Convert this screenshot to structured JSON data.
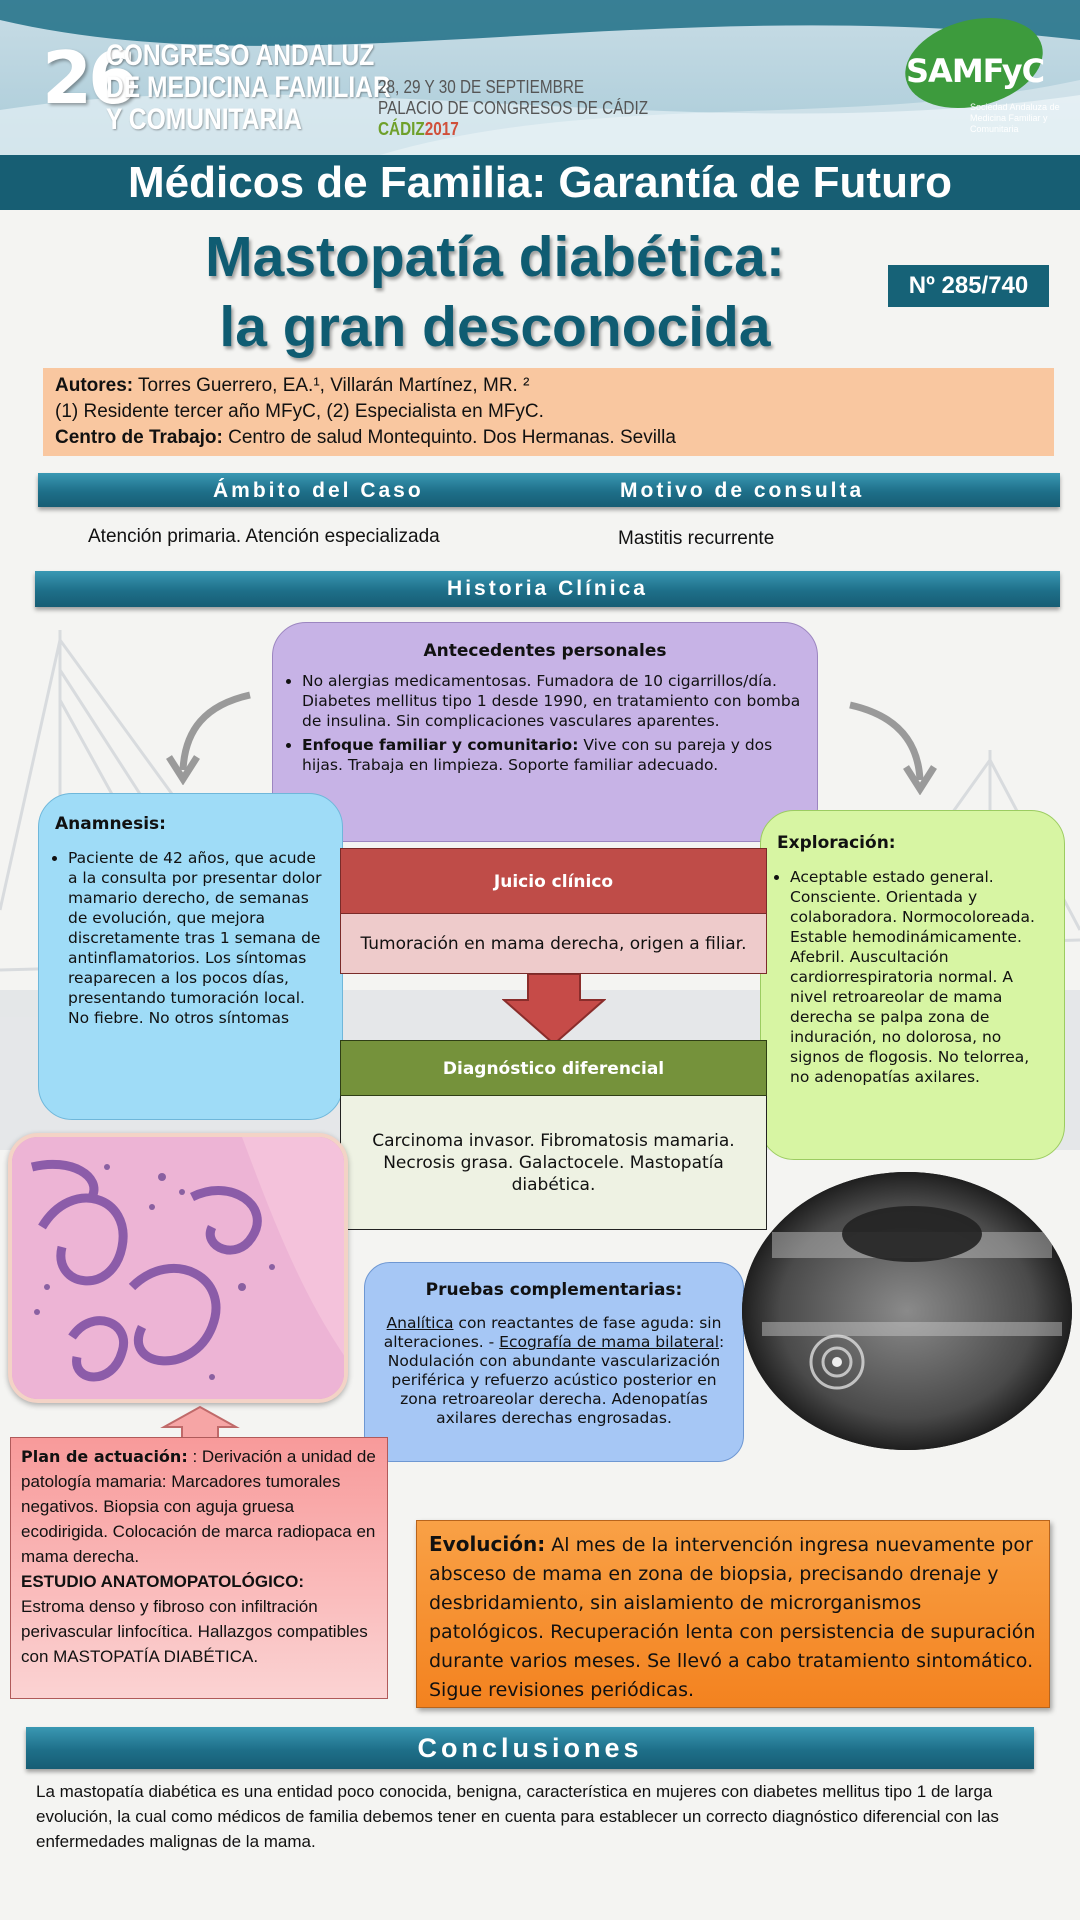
{
  "header": {
    "congress_number": "26",
    "congress_lines": [
      "CONGRESO ANDALUZ",
      "DE MEDICINA FAMILIAR",
      "Y COMUNITARIA"
    ],
    "dates_line1": "28, 29 Y 30 DE SEPTIEMBRE",
    "dates_line2": "PALACIO DE CONGRESOS DE CÁDIZ",
    "city": "CÁDIZ",
    "year": "2017",
    "logo_text": "SAMFyC",
    "logo_subtitle": "Sociedad Andaluza de Medicina Familiar y Comunitaria",
    "band": "Médicos de Familia: Garantía de Futuro"
  },
  "title": {
    "line1": "Mastopatía diabética:",
    "line2": "la gran desconocida",
    "number": "Nº 285/740"
  },
  "authors": {
    "label": "Autores:",
    "names": " Torres Guerrero, EA.¹, Villarán Martínez, MR. ²",
    "affiliations": "(1)  Residente tercer año MFyC, (2) Especialista en MFyC.",
    "work_label": "Centro de Trabajo:",
    "work_value": " Centro de salud Montequinto. Dos Hermanas. Sevilla"
  },
  "sections": {
    "ambito_title": "Ámbito del Caso",
    "motivo_title": "Motivo de consulta",
    "ambito_value": "Atención primaria. Atención especializada",
    "motivo_value": "Mastitis recurrente",
    "historia_title": "Historia Clínica",
    "conclusiones_title": "Conclusiones"
  },
  "antecedentes": {
    "title": "Antecedentes personales",
    "item1": "No alergias medicamentosas. Fumadora de 10 cigarrillos/día. Diabetes mellitus tipo 1 desde 1990, en tratamiento con bomba de insulina. Sin complicaciones vasculares aparentes.",
    "item2_bold": "Enfoque familiar y comunitario:",
    "item2_text": " Vive con su pareja y dos hijas. Trabaja en limpieza. Soporte familiar adecuado."
  },
  "anamnesis": {
    "title": "Anamnesis:",
    "text": "Paciente de 42 años, que acude a la consulta por presentar dolor mamario derecho, de semanas de evolución, que mejora discretamente tras 1 semana de antinflamatorios. Los síntomas reaparecen a los pocos días, presentando tumoración local. No fiebre. No otros síntomas"
  },
  "exploracion": {
    "title": "Exploración:",
    "text": "Aceptable estado general. Consciente. Orientada y colaboradora. Normocoloreada. Estable hemodinámicamente. Afebril. Auscultación cardiorrespiratoria normal. A nivel retroareolar de mama derecha se palpa zona de induración, no dolorosa, no signos de flogosis. No telorrea, no adenopatías axilares."
  },
  "juicio": {
    "title": "Juicio clínico",
    "text": "Tumoración en mama derecha, origen a filiar."
  },
  "diagnostico": {
    "title": "Diagnóstico diferencial",
    "text": "Carcinoma invasor. Fibromatosis mamaria. Necrosis grasa. Galactocele. Mastopatía diabética."
  },
  "pruebas": {
    "title": "Pruebas complementarias:",
    "link1": "Analítica",
    "text1": " con reactantes de fase aguda: sin alteraciones. - ",
    "link2": "Ecografía de mama bilateral",
    "text2": ": Nodulación con abundante vascularización periférica y refuerzo acústico posterior en zona retroareolar derecha. Adenopatías axilares derechas engrosadas."
  },
  "plan": {
    "label": "Plan de actuación:",
    "text": "  : Derivación a unidad de patología mamaria: Marcadores tumorales negativos. Biopsia con aguja gruesa ecodirigida. Colocación de marca radiopaca en mama derecha.",
    "estudio_label": "ESTUDIO ANATOMOPATOLÓGICO:",
    "estudio_text": "Estroma denso y fibroso con infiltración perivascular linfocítica. Hallazgos compatibles con MASTOPATÍA DIABÉTICA."
  },
  "evolucion": {
    "label": "Evolución:",
    "text": " Al mes de la intervención ingresa nuevamente por absceso de mama en zona de biopsia, precisando drenaje y desbridamiento, sin aislamiento de microrganismos patológicos. Recuperación lenta con persistencia de supuración durante varios meses. Se llevó a cabo tratamiento sintomático. Sigue revisiones periódicas."
  },
  "conclusion": "La mastopatía diabética es una entidad poco conocida, benigna, característica en mujeres con diabetes mellitus tipo 1 de larga evolución, la cual como médicos de familia debemos tener en cuenta para establecer un correcto diagnóstico diferencial con las enfermedades  malignas de la mama.",
  "colors": {
    "teal": "#175e73",
    "peach": "#f9c7a0",
    "purple": "#c7b3e6",
    "blue": "#9fdcf7",
    "green": "#d7f5a3",
    "red": "#bf4c48",
    "olive": "#75923b",
    "orange": "#f3821f"
  },
  "images": [
    "histology-micrograph",
    "breast-ultrasound"
  ]
}
